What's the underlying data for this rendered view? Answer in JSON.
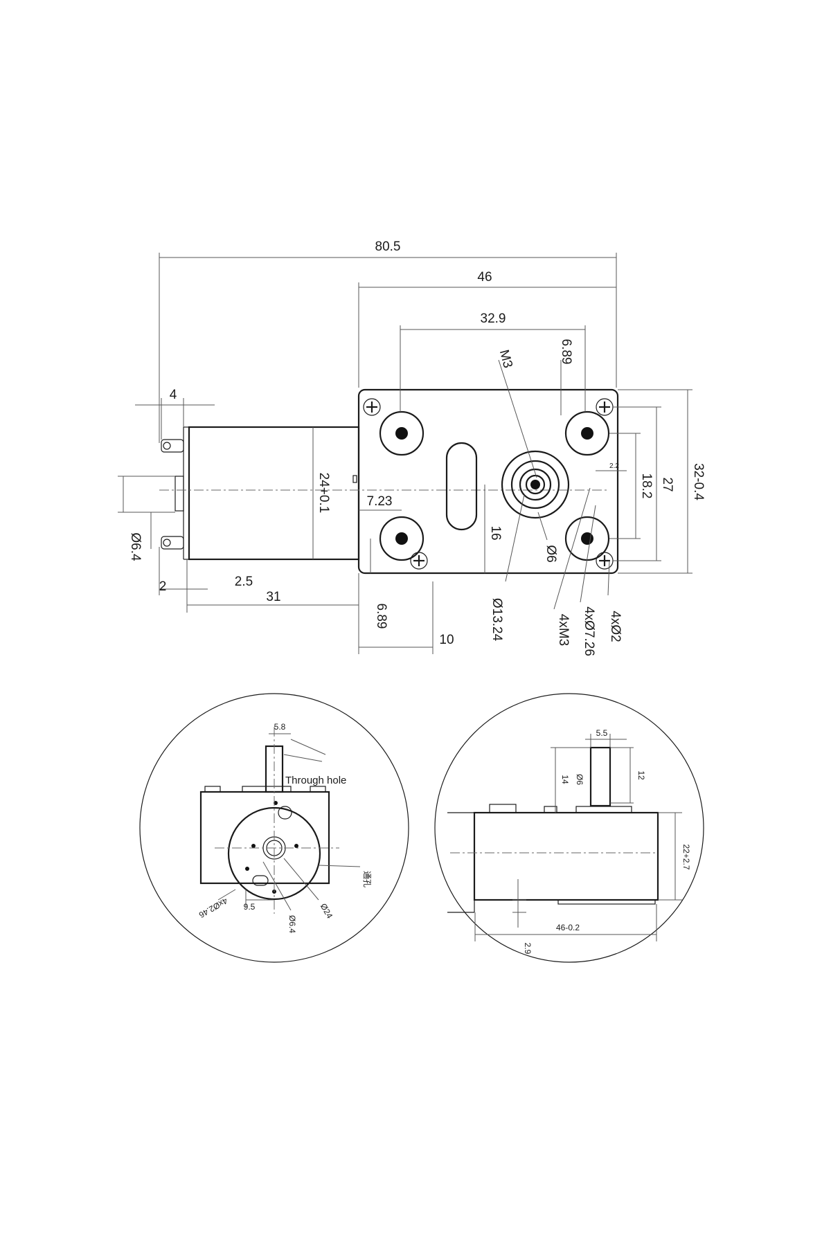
{
  "top_view": {
    "dims": {
      "overall_length": "80.5",
      "gearbox_length": "46",
      "hole_spacing": "32.9",
      "mount_offset_top": "6.89",
      "thread_top": "M3",
      "terminal_width": "4",
      "motor_dia": "24+0.1",
      "shaft_offset": "7.23",
      "bore_dia": "Ø6.4",
      "spacing_2": "2",
      "spacing_2_5": "2.5",
      "motor_length": "31",
      "mount_offset_bottom": "6.89",
      "slot_length": "10",
      "slot_height": "16",
      "hub_dia": "Ø13.24",
      "shaft_dia": "Ø6",
      "thread_count": "4xM3",
      "boss_dia": "4xØ7.26",
      "pin_dia": "4xØ2",
      "small_offset": "2.2",
      "hole_vertical": "18.2",
      "width_27": "27",
      "width_32": "32-0.4"
    }
  },
  "rear_view": {
    "dims": {
      "flat_width": "5.8",
      "through_hole_label": "Through hole",
      "through_hole_cn": "通孔",
      "mount_holes": "4xØ2.46",
      "hole_offset": "9.5",
      "bore": "Ø6.4",
      "plate_dia": "Ø24"
    }
  },
  "side_view": {
    "dims": {
      "shaft_flat": "5.5",
      "shaft_len_14": "14",
      "shaft_dia": "Ø6",
      "shaft_len_12": "12",
      "height": "22+2.7",
      "length": "46-0.2",
      "offset": "2.9"
    }
  }
}
